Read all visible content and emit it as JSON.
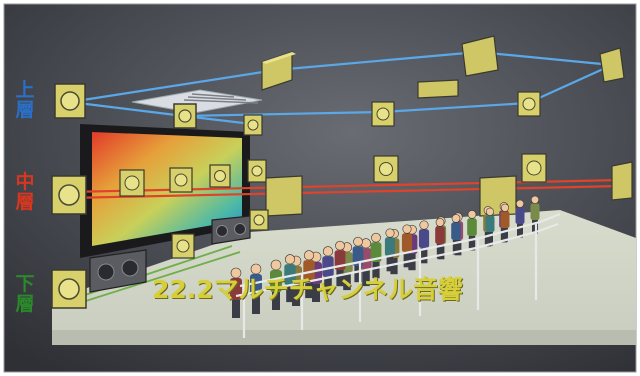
{
  "labels": {
    "upper": "上層",
    "middle": "中層",
    "lower": "下層"
  },
  "caption": "22.2マルチチャンネル音響",
  "colors": {
    "upper_layer": "#2a6fc8",
    "middle_layer": "#d8361e",
    "lower_layer": "#2a8a2a",
    "upper_lines": "#5aa8e8",
    "middle_lines": "#e0432a",
    "lower_lines": "#6fae4a",
    "speaker_face": "#e6e07a",
    "background": "#4a4c55",
    "caption": "#d6cf3a"
  }
}
